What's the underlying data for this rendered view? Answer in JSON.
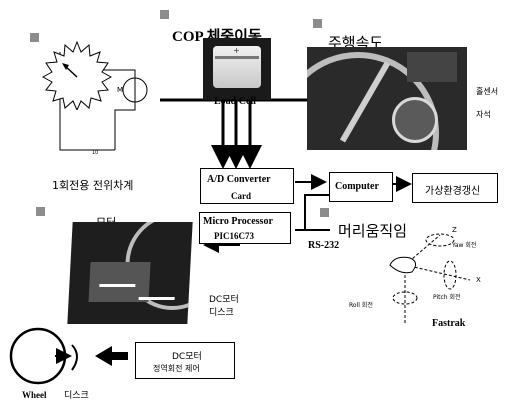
{
  "potentiometer": {
    "label": "1회전용 전위차계",
    "meter_mark": "M",
    "tick_mark": "10"
  },
  "load_cell": {
    "title_top": "COP 체중이동",
    "label": "Load Cell",
    "brand_mark": "+"
  },
  "speed": {
    "title": "주행속도",
    "sensor_line1": "홀센서",
    "sensor_line2": "자석"
  },
  "adc": {
    "line1": "A/D Converter",
    "line2": "Card"
  },
  "computer": {
    "label": "Computer"
  },
  "vr": {
    "label": "가상환경갱신"
  },
  "micro": {
    "line1": "Micro Processor",
    "line2": "PIC16C73"
  },
  "rs232": {
    "label": "RS-232"
  },
  "head": {
    "title": "머리움직임",
    "fastrak": "Fastrak",
    "z": "Z",
    "x": "X",
    "yaw": "Yaw 회전",
    "pitch": "Pitch 회전",
    "roll": "Roll 회전"
  },
  "motor_disk": {
    "top_partial": "모터",
    "line1": "DC모터",
    "line2": "디스크"
  },
  "motor_ctrl": {
    "line1": "DC모터",
    "line2": "정역회전 제어"
  },
  "wheel": {
    "label_left": "Wheel",
    "label_right": "디스크"
  }
}
